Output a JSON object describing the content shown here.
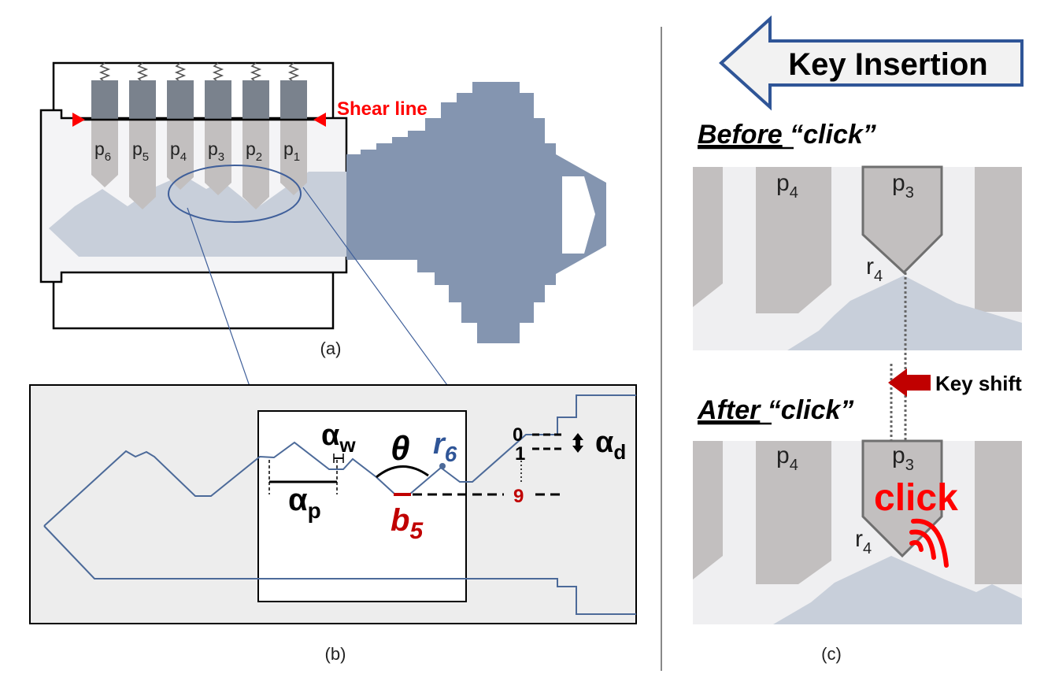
{
  "panel_a": {
    "pins": [
      {
        "letter": "p",
        "sub": "6"
      },
      {
        "letter": "p",
        "sub": "5"
      },
      {
        "letter": "p",
        "sub": "4"
      },
      {
        "letter": "p",
        "sub": "3"
      },
      {
        "letter": "p",
        "sub": "2"
      },
      {
        "letter": "p",
        "sub": "1"
      }
    ],
    "shear_line_label": "Shear line",
    "caption": "(a)"
  },
  "panel_b": {
    "alpha_w_label": "α",
    "alpha_w_sub": "w",
    "theta_label": "θ",
    "r_label": "r",
    "r_sub": "6",
    "alpha_p_label": "α",
    "alpha_p_sub": "p",
    "b_label": "b",
    "b_sub": "5",
    "depth_0": "0",
    "depth_1": "1",
    "depth_9": "9",
    "alpha_d_label": "α",
    "alpha_d_sub": "d",
    "caption": "(b)"
  },
  "panel_c": {
    "arrow_label": "Key Insertion",
    "before_word": "Before",
    "before_click": " “click”",
    "after_word": "After",
    "after_click": " “click”",
    "pin_left": {
      "letter": "p",
      "sub": "4"
    },
    "pin_right": {
      "letter": "p",
      "sub": "3"
    },
    "r_label": "r",
    "r_sub": "4",
    "key_shift_label": "Key shift",
    "click_label": "click",
    "caption": "(c)"
  },
  "colors": {
    "pin_dark": "#7a828d",
    "pin_light": "#c2bfbf",
    "key_blue": "#8495b0",
    "key_light": "#c8cfda",
    "line_blue": "#4c6a99",
    "accent_red": "#c00000",
    "bright_red": "#ff0000",
    "bg_gray": "#ededed"
  }
}
